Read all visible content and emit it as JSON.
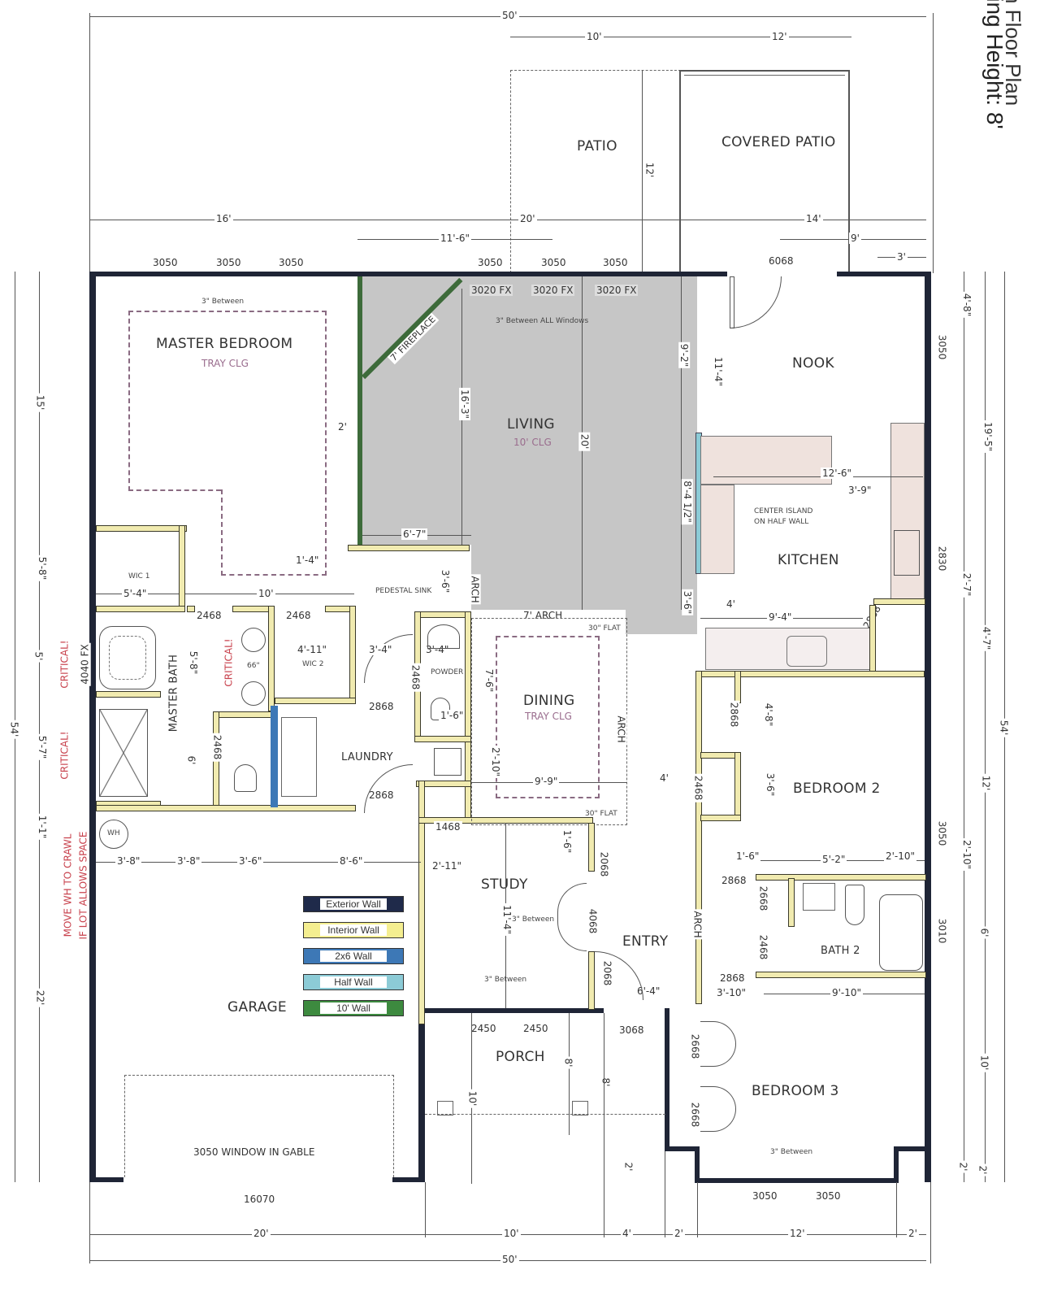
{
  "title": {
    "line1": "n Floor Plan",
    "line2": "ling Height: 8'"
  },
  "overall_dims": {
    "top_width": "50'",
    "bottom_width": "50'",
    "left_depth": "54'",
    "right_depth": "54'"
  },
  "top_dims": {
    "patio_width": "10'",
    "covered_patio_width": "12'",
    "patio_depth": "12'",
    "seg_16": "16'",
    "seg_20": "20'",
    "seg_14": "14'",
    "seg_11_6": "11'-6\"",
    "seg_9": "9'",
    "seg_3": "3'"
  },
  "windows_top": {
    "master": [
      "3050",
      "3050",
      "3050"
    ],
    "living": [
      "3050",
      "3050",
      "3050"
    ],
    "nook_door": "6068",
    "fixed": [
      "3020 FX",
      "3020 FX",
      "3020 FX"
    ],
    "spacing_note_master": "3\" Between",
    "spacing_note_living": "3\" Between ALL Windows"
  },
  "rooms": {
    "patio": "PATIO",
    "covered_patio": "COVERED PATIO",
    "master_bedroom": {
      "name": "MASTER BEDROOM",
      "ceiling": "TRAY CLG"
    },
    "living": {
      "name": "LIVING",
      "ceiling": "10' CLG"
    },
    "nook": "NOOK",
    "kitchen": "KITCHEN",
    "center_island_note": [
      "CENTER ISLAND",
      "ON HALF WALL"
    ],
    "dining": {
      "name": "DINING",
      "ceiling": "TRAY CLG"
    },
    "master_bath": "MASTER BATH",
    "wic1": "WIC 1",
    "wic2": "WIC 2",
    "powder": "POWDER",
    "pedestal_sink": "PEDESTAL SINK",
    "laundry": "LAUNDRY",
    "bedroom2": "BEDROOM 2",
    "bath2": "BATH 2",
    "study": "STUDY",
    "entry": "ENTRY",
    "porch": "PORCH",
    "garage": "GARAGE",
    "bedroom3": "BEDROOM 3",
    "water_heater": "WH",
    "fireplace": "7' FIREPLACE",
    "garage_window_note": "3050 WINDOW IN GABLE",
    "garage_door": "16070"
  },
  "interior_dims": {
    "living_16_3": "16'-3\"",
    "living_20": "20'",
    "living_9_2": "9'-2\"",
    "living_8_4": "8'-4 1/2\"",
    "living_3_6": "3'-6\"",
    "living_6_7": "6'-7\"",
    "nook_11_4": "11'-4\"",
    "kitchen_12_6": "12'-6\"",
    "kitchen_3_9": "3'-9\"",
    "kitchen_9_4": "9'-4\"",
    "kitchen_2868": "2868",
    "kitchen_4": "4'",
    "master_2": "2'",
    "master_1_4": "1'-4\"",
    "master_10": "10'",
    "wic_5_4": "5'-4\"",
    "bath_2468a": "2468",
    "bath_2468b": "2468",
    "bath_4_11": "4'-11\"",
    "bath_5_8": "5'-8\"",
    "bath_6": "6'",
    "bath_2468c": "2468",
    "bath_66": "66\"",
    "powder_3_4a": "3'-4\"",
    "powder_3_4b": "3'-4\"",
    "powder_3_6": "3'-6\"",
    "powder_2468": "2468",
    "powder_1_6": "1'-6\"",
    "laundry_2868a": "2868",
    "laundry_2868b": "2868",
    "arch": "ARCH",
    "arch_7": "7' ARCH",
    "dining_7_6": "7'-6\"",
    "dining_2_10": "2'-10\"",
    "dining_9_9": "9'-9\"",
    "dining_30_flat_a": "30\" FLAT",
    "dining_30_flat_b": "30\" FLAT",
    "garage_3_8a": "3'-8\"",
    "garage_3_8b": "3'-8\"",
    "garage_3_6": "3'-6\"",
    "garage_8_6": "8'-6\"",
    "study_1468": "1468",
    "study_2_11": "2'-11\"",
    "study_1_6": "1'-6\"",
    "study_11_4": "11'-4\"",
    "study_2068": "2068",
    "study_4068": "4068",
    "study_2068b": "2068",
    "study_3_between": "3\" Between",
    "porch_3_between": "3\" Between",
    "entry_6_4": "6'-4\"",
    "entry_3068": "3068",
    "porch_2450a": "2450",
    "porch_2450b": "2450",
    "porch_8": "8'",
    "porch_10": "10'",
    "bed2_2868": "2868",
    "bed2_4_8": "4'-8\"",
    "bed2_3_6": "3'-6\"",
    "bed2_2468": "2468",
    "bed2_1_6": "1'-6\"",
    "bed2_5_2": "5'-2\"",
    "bed2_2_10": "2'-10\"",
    "bath2_2868": "2868",
    "bath2_2668": "2668",
    "bath2_2468": "2468",
    "bed3_2868": "2868",
    "bed3_3_10": "3'-10\"",
    "bed3_9_10": "9'-10\"",
    "bed3_2668a": "2668",
    "bed3_2668b": "2668",
    "bed3_3_between": "3\" Between",
    "bed3_windows": [
      "3050",
      "3050"
    ]
  },
  "left_dims": [
    "15'",
    "5'-8\"",
    "5'",
    "5'-7\"",
    "1'-1\"",
    "22'"
  ],
  "left_notes": {
    "critical_1": "CRITICAL!",
    "critical_2": "CRITICAL!",
    "critical_3": "CRITICAL!",
    "tub_window": "4040 FX",
    "wh_note_1": "MOVE WH TO CRAWL",
    "wh_note_2": "IF LOT ALLOWS SPACE"
  },
  "right_dims": {
    "outer": [
      "19'-5\"",
      "4'-7\"",
      "12'",
      "6'",
      "10'",
      "2'"
    ],
    "inner": [
      "4'-8\"",
      "2'-7\"",
      "2'-10\"",
      "2'"
    ],
    "windows": [
      "3050",
      "2830",
      "3050",
      "3010"
    ]
  },
  "bottom_dims": {
    "segments": [
      "20'",
      "10'",
      "4'",
      "2'",
      "12'",
      "2'"
    ],
    "left_2": "2'",
    "right_2": "2'"
  },
  "legend": [
    {
      "label": "Exterior Wall",
      "color": "#1f2a4a"
    },
    {
      "label": "Interior Wall",
      "color": "#f4ee90"
    },
    {
      "label": "2x6 Wall",
      "color": "#3d78b6"
    },
    {
      "label": "Half Wall",
      "color": "#8ccbd6"
    },
    {
      "label": "10' Wall",
      "color": "#3d8a3f"
    }
  ]
}
